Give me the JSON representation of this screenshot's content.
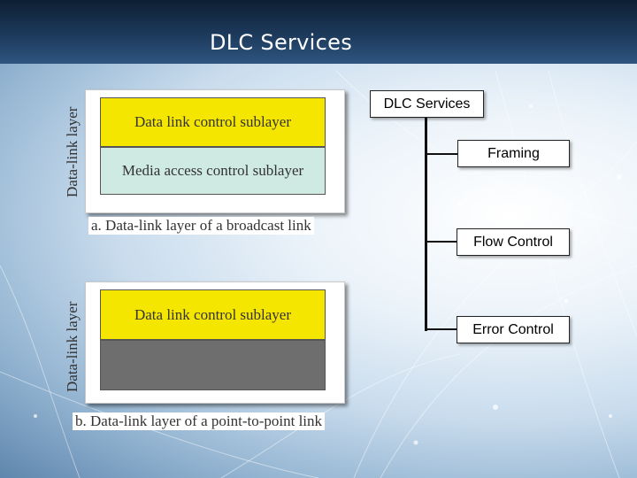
{
  "slide": {
    "title": "DLC  Services"
  },
  "diagram_a": {
    "side_label": "Data-link layer",
    "top_sublayer": "Data link control sublayer",
    "bottom_sublayer": "Media access control sublayer",
    "caption": "a. Data-link layer of a broadcast link"
  },
  "diagram_b": {
    "side_label": "Data-link layer",
    "top_sublayer": "Data link control sublayer",
    "caption": "b. Data-link layer of a point-to-point link"
  },
  "tree": {
    "root": "DLC Services",
    "children": [
      "Framing",
      "Flow Control",
      "Error Control"
    ]
  }
}
